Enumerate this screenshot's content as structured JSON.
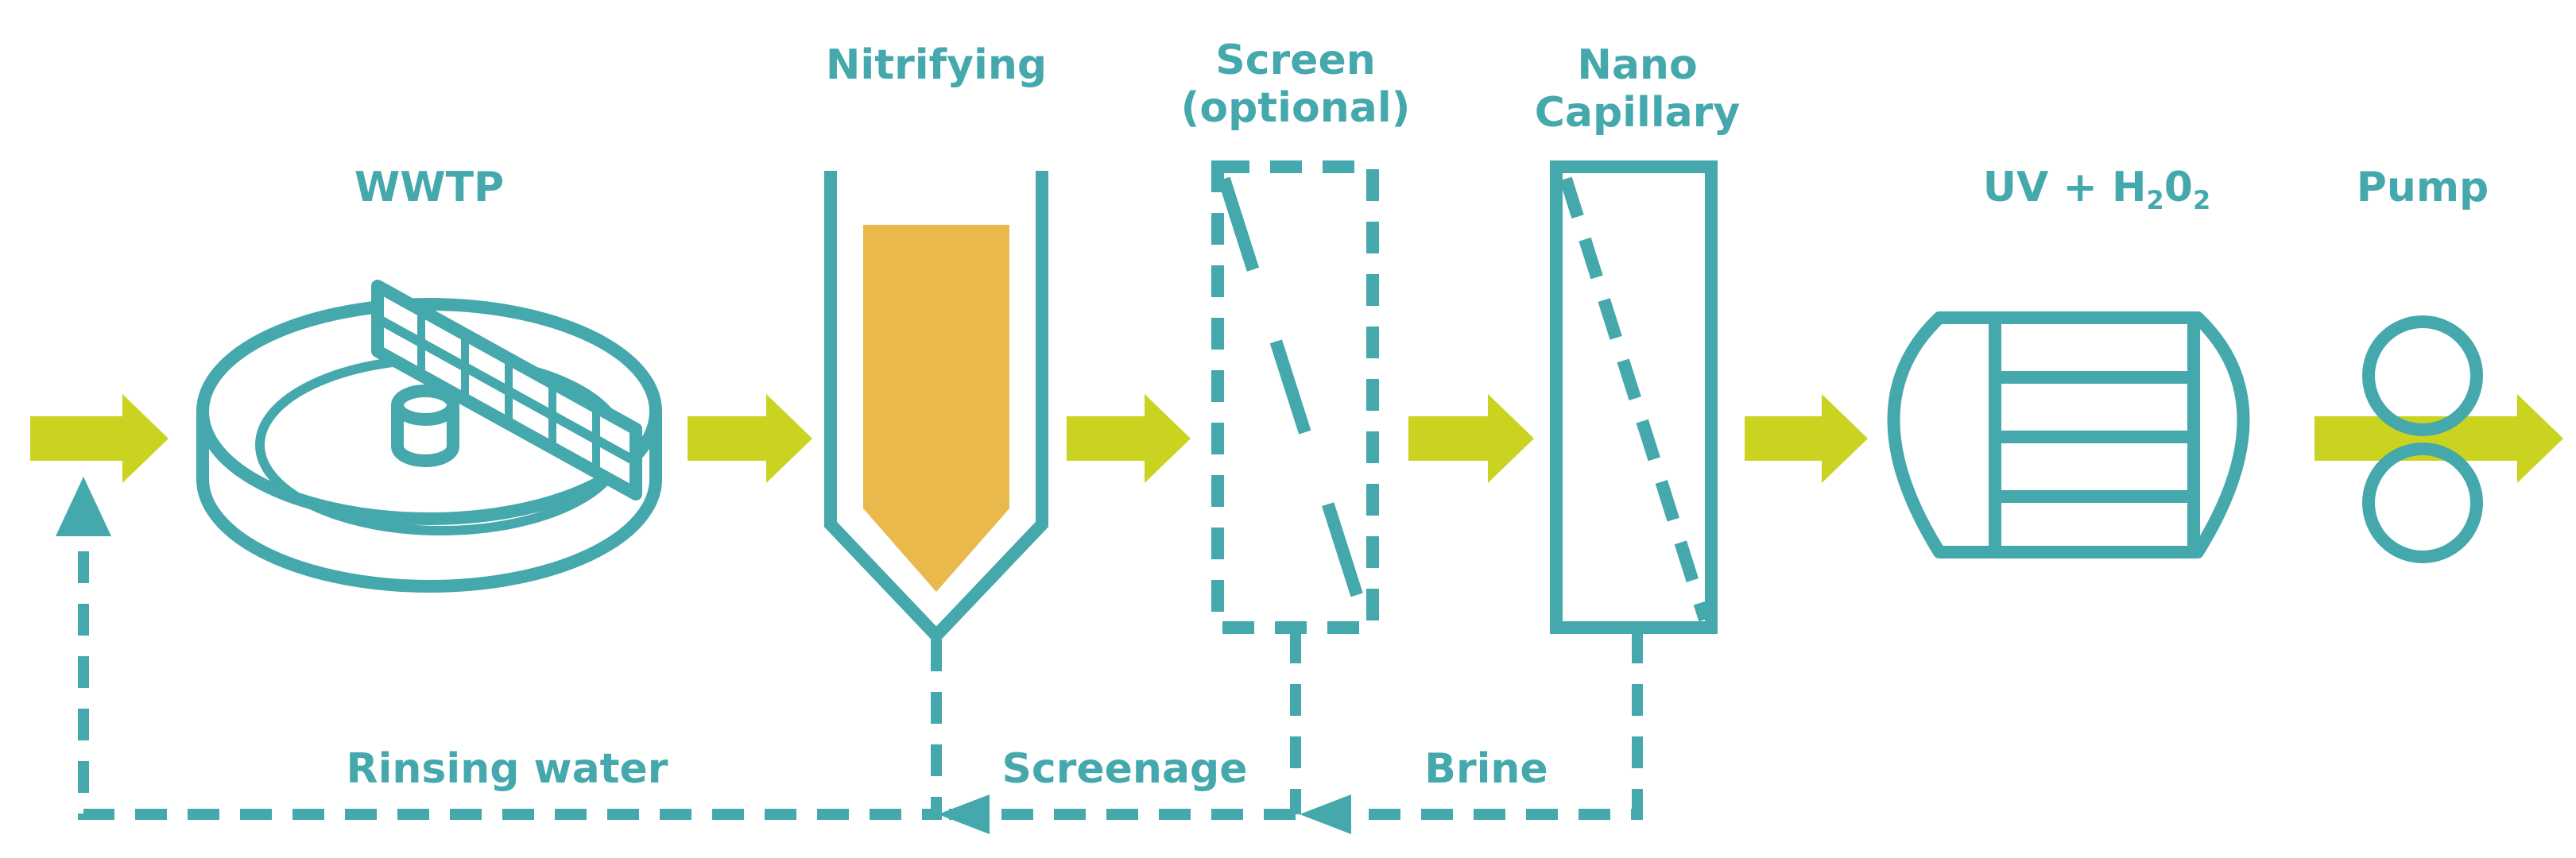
{
  "colors": {
    "teal": "#45A8AC",
    "flow_arrow": "#C9D320",
    "nitrifying_fill": "#E9B94B"
  },
  "stages": {
    "wwtp": {
      "label": "WWTP",
      "icon": "clarifier-tank-icon"
    },
    "nitrifying": {
      "label": "Nitrifying",
      "icon": "nitrifying-vessel-icon"
    },
    "screen": {
      "label_line1": "Screen",
      "label_line2": "(optional)",
      "icon": "screen-filter-icon"
    },
    "nano": {
      "label_line1": "Nano",
      "label_line2": "Capillary",
      "icon": "nano-capillary-membrane-icon"
    },
    "uv": {
      "label_main": "UV + H",
      "sub1": "2",
      "label_mid": "0",
      "sub2": "2",
      "icon": "uv-reactor-icon"
    },
    "pump": {
      "label": "Pump",
      "icon": "pump-icon"
    }
  },
  "return_flows": {
    "rinsing_water": "Rinsing water",
    "screenage": "Screenage",
    "brine": "Brine"
  }
}
